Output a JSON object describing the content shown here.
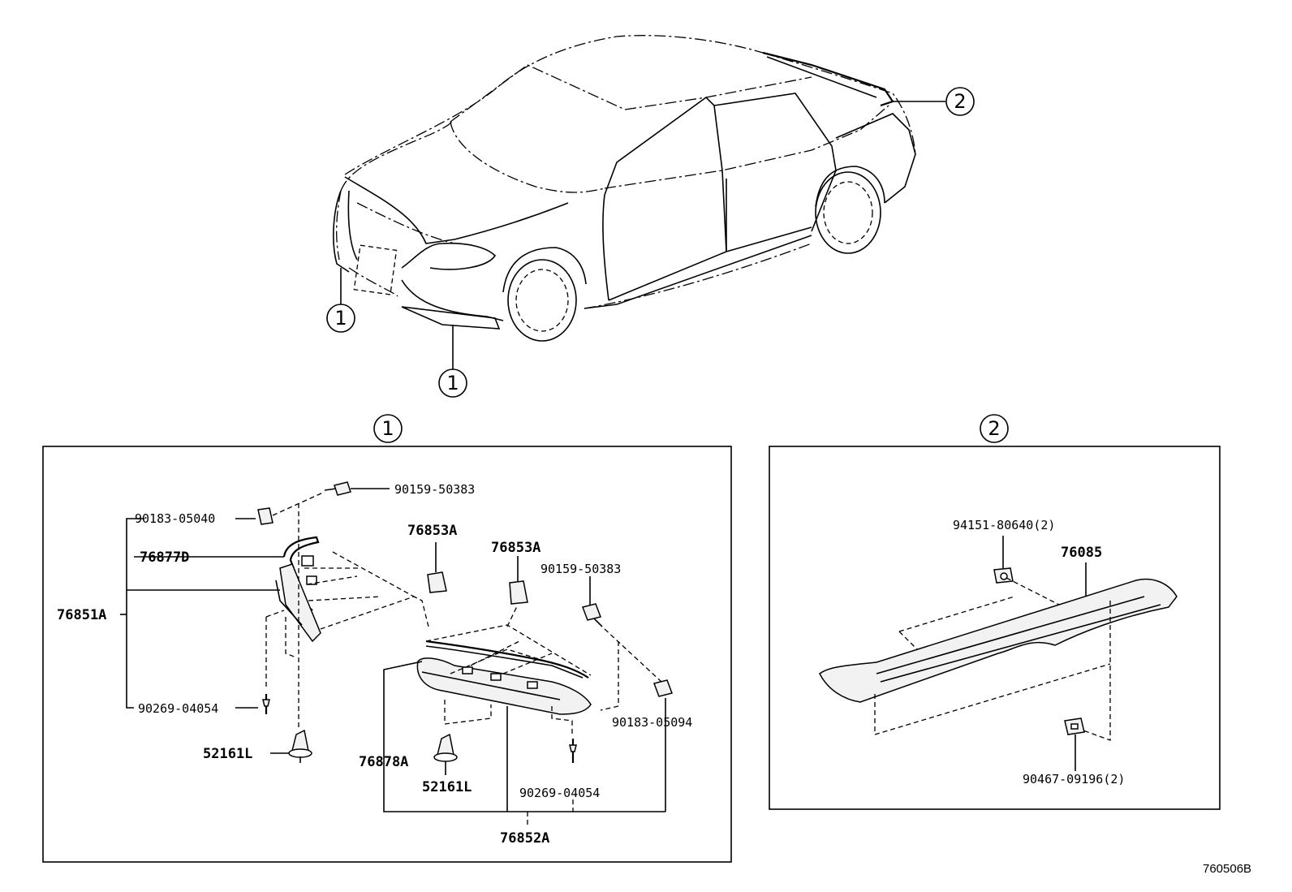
{
  "callouts": {
    "group1": "1",
    "group2": "2"
  },
  "group1_parts": {
    "screw_top": "90159-50383",
    "nut_left": "90183-05040",
    "seal_left": "76877D",
    "assy_left": "76851A",
    "clip_a1": "76853A",
    "clip_a2": "76853A",
    "screw_right": "90159-50383",
    "rivet_left": "90269-04054",
    "clip_left": "52161L",
    "seal_right": "76878A",
    "clip_mid": "52161L",
    "nut_right": "90183-05094",
    "rivet_right": "90269-04054",
    "assy_right": "76852A"
  },
  "group2_parts": {
    "nut": "94151-80640(2)",
    "spoiler": "76085",
    "clip": "90467-09196(2)"
  },
  "drawing_code": "760506B"
}
